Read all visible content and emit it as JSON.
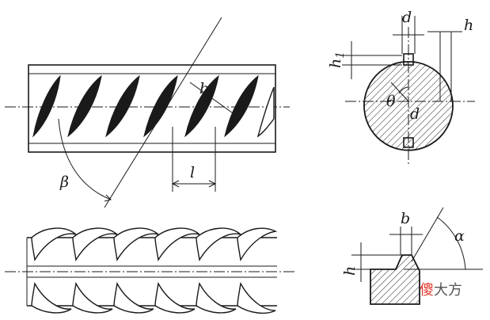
{
  "labels": {
    "b_top": "b",
    "beta": "β",
    "l": "l",
    "d_top": "d",
    "h_top": "h",
    "h1": "h",
    "h1_sub": "1",
    "theta": "θ",
    "d_center": "d",
    "b_profile": "b",
    "h_profile": "h",
    "alpha": "α"
  },
  "watermark": {
    "char1": "傻",
    "rest": "大方",
    "colors": {
      "char1": "#e0392b",
      "rest": "#555555"
    }
  }
}
